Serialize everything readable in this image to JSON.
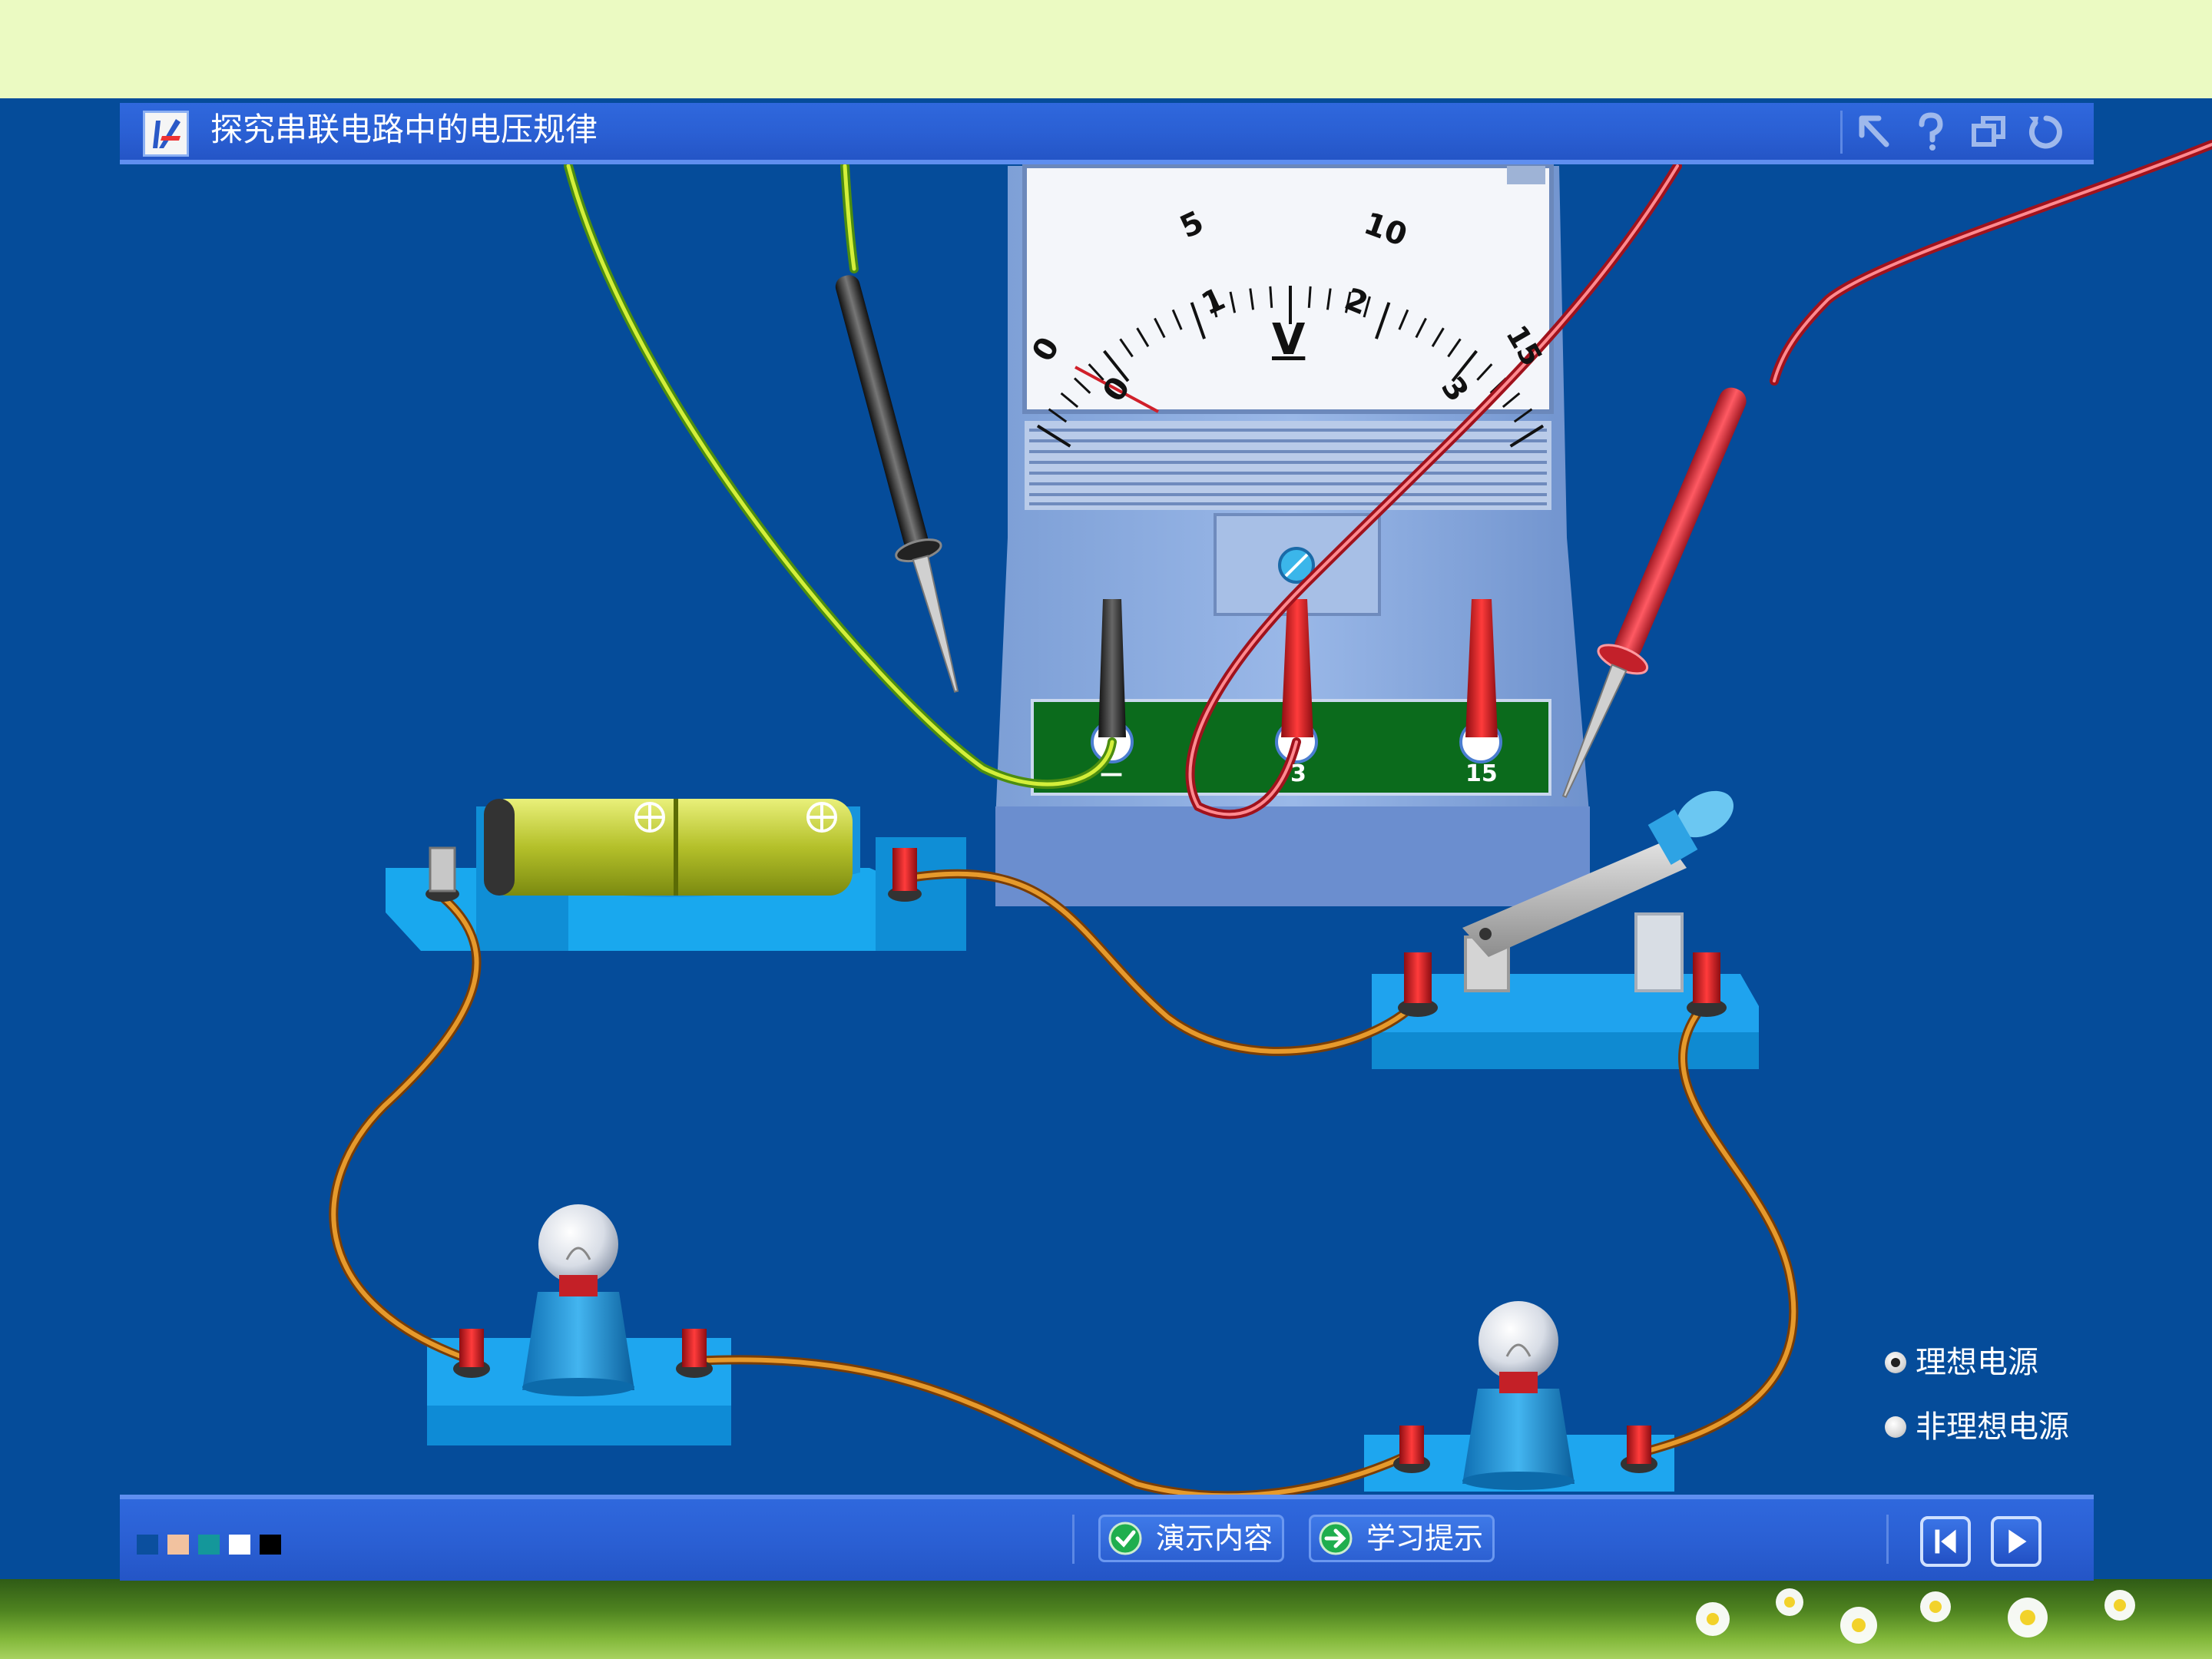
{
  "app": {
    "title": "探究串联电路中的电压规律",
    "toolbar_icons": [
      "back-arrow-icon",
      "help-icon",
      "window-restore-icon",
      "reset-icon"
    ]
  },
  "voltmeter": {
    "unit_label": "V",
    "outer_scale": [
      "0",
      "5",
      "10",
      "15"
    ],
    "inner_scale": [
      "0",
      "1",
      "2",
      "3"
    ],
    "terminal_labels": [
      "—",
      "3",
      "15"
    ],
    "needle_reading": "0"
  },
  "options": {
    "power_source": [
      {
        "label": "理想电源",
        "checked": true
      },
      {
        "label": "非理想电源",
        "checked": false
      }
    ]
  },
  "bottom_bar": {
    "swatch_colors": [
      "#0b4f9e",
      "#f2c29f",
      "#14979a",
      "#ffffff",
      "#000000"
    ],
    "demo_button": "演示内容",
    "tips_button": "学习提示",
    "nav_icons": [
      "skip-to-start-icon",
      "play-icon"
    ]
  },
  "colors": {
    "title_bar": "#2a5fd3",
    "stage_background": "#054c9a",
    "page_background": "#ebfac2",
    "equipment_base": "#12a7f0",
    "wire": "#c9701a",
    "probe_red": "#d8313e",
    "probe_black": "#333333",
    "lead_green": "#7ee21f"
  }
}
